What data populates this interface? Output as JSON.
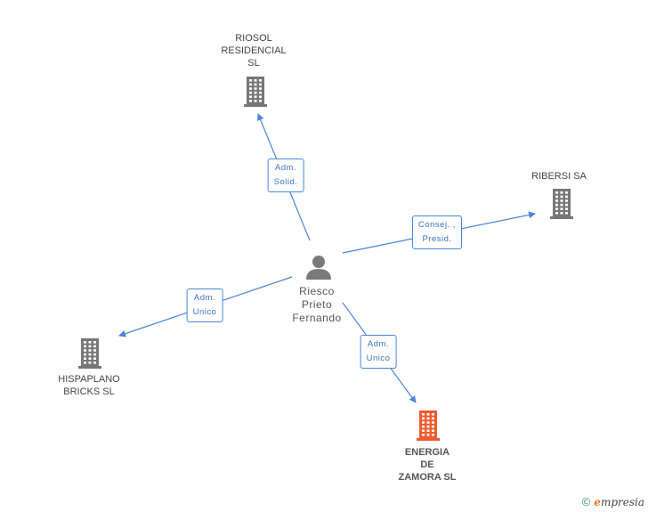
{
  "colors": {
    "edge": "#4a86d8",
    "building": "#777777",
    "building_focus": "#ef5b2e",
    "person": "#7a7a7a"
  },
  "person": {
    "label": "Riesco\nPrieto\nFernando",
    "icon": "person-icon"
  },
  "companies": [
    {
      "id": "riosol",
      "label": "RIOSOL\nRESIDENCIAL\nSL",
      "icon": "building-icon",
      "focus": false
    },
    {
      "id": "ribersi",
      "label": "RIBERSI SA",
      "icon": "building-icon",
      "focus": false
    },
    {
      "id": "hispaplano",
      "label": "HISPAPLANO\nBRICKS  SL",
      "icon": "building-icon",
      "focus": false
    },
    {
      "id": "energia",
      "label": "ENERGIA\nDE\nZAMORA SL",
      "icon": "building-icon",
      "focus": true
    }
  ],
  "relations": [
    {
      "to": "riosol",
      "label": "Adm.\nSolid."
    },
    {
      "to": "ribersi",
      "label": "Consej. ,\nPresid."
    },
    {
      "to": "hispaplano",
      "label": "Adm.\nUnico"
    },
    {
      "to": "energia",
      "label": "Adm.\nUnico"
    }
  ],
  "footer": {
    "copyright_symbol": "©",
    "brand_initial": "e",
    "brand_rest": "mpresia"
  }
}
